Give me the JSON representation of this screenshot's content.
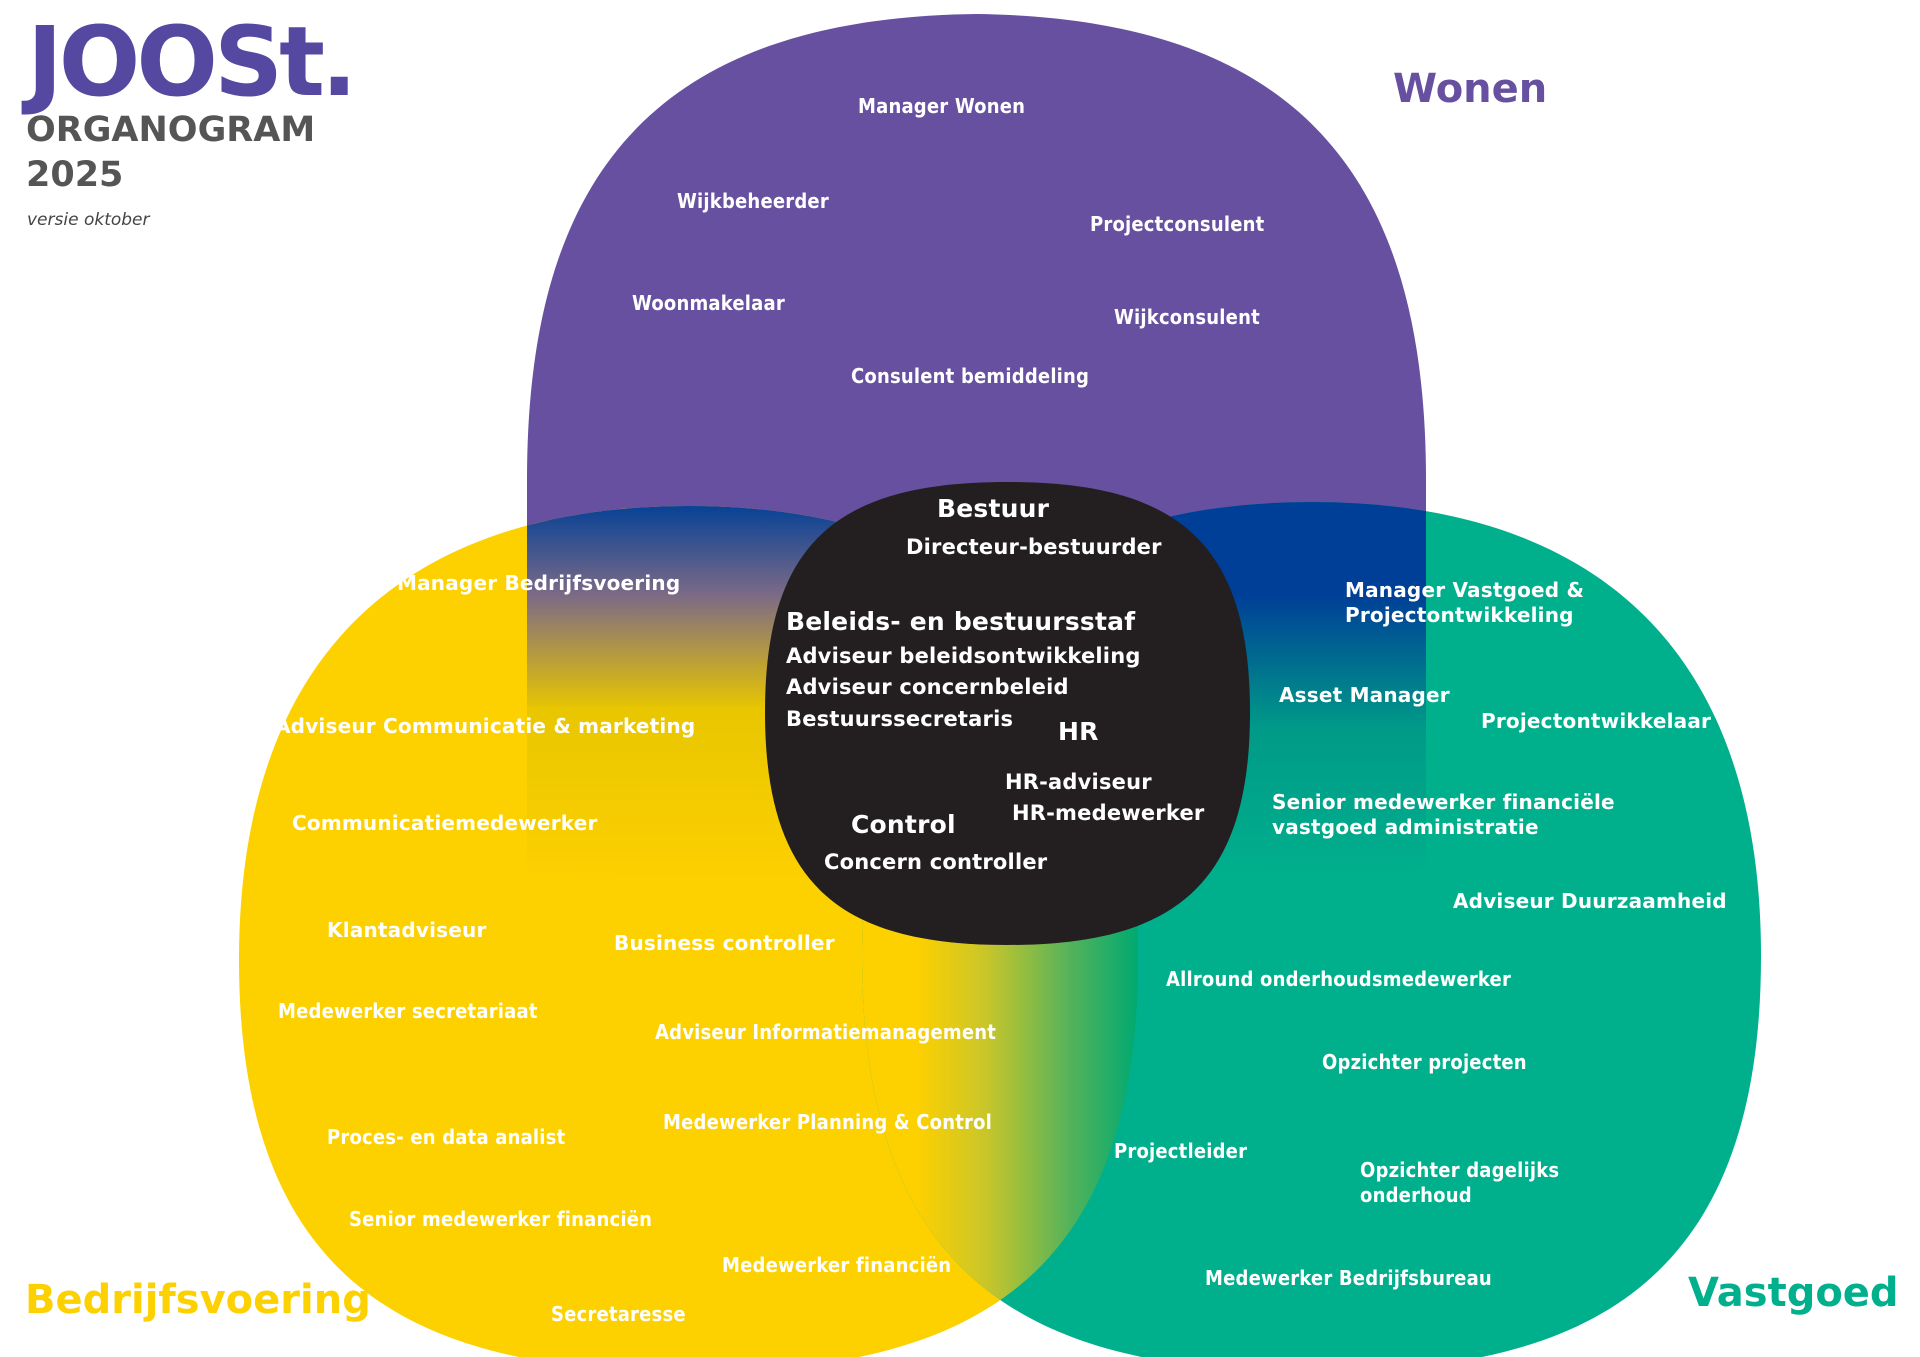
{
  "header": {
    "logo": "JOOSt.",
    "title": "ORGANOGRAM",
    "year": "2025",
    "version": "versie oktober"
  },
  "colors": {
    "wonen": "#6750a0",
    "bedrijfsvoering": "#fdd000",
    "vastgoed": "#00b08c",
    "center": "#231f20",
    "overlap_wonen_vastgoed": "#003f97",
    "logo": "#5448a0",
    "title": "#555555"
  },
  "groups": {
    "wonen": {
      "label": "Wonen",
      "roles": [
        "Manager Wonen",
        "Wijkbeheerder",
        "Projectconsulent",
        "Woonmakelaar",
        "Wijkconsulent",
        "Consulent bemiddeling"
      ]
    },
    "bedrijfsvoering": {
      "label": "Bedrijfsvoering",
      "roles": [
        "Manager Bedrijfsvoering",
        "Adviseur Communicatie & marketing",
        "Communicatiemedewerker",
        "Klantadviseur",
        "Business controller",
        "Medewerker secretariaat",
        "Adviseur Informatiemanagement",
        "Proces- en data analist",
        "Medewerker Planning & Control",
        "Senior medewerker financiën",
        "Medewerker financiën",
        "Secretaresse"
      ]
    },
    "vastgoed": {
      "label": "Vastgoed",
      "roles": [
        "Manager Vastgoed & Projectontwikkeling",
        "Asset Manager",
        "Projectontwikkelaar",
        "Senior medewerker financiële vastgoed administratie",
        "Adviseur Duurzaamheid",
        "Allround onderhoudsmedewerker",
        "Opzichter projecten",
        "Projectleider",
        "Opzichter dagelijks onderhoud",
        "Medewerker Bedrijfsbureau"
      ]
    },
    "center": {
      "bestuur": {
        "heading": "Bestuur",
        "roles": [
          "Directeur-bestuurder"
        ]
      },
      "staf": {
        "heading": "Beleids- en bestuursstaf",
        "roles": [
          "Adviseur beleidsontwikkeling",
          "Adviseur concernbeleid",
          "Bestuurssecretaris"
        ]
      },
      "hr": {
        "heading": "HR",
        "roles": [
          "HR-adviseur",
          "HR-medewerker"
        ]
      },
      "control": {
        "heading": "Control",
        "roles": [
          "Concern controller"
        ]
      }
    }
  }
}
